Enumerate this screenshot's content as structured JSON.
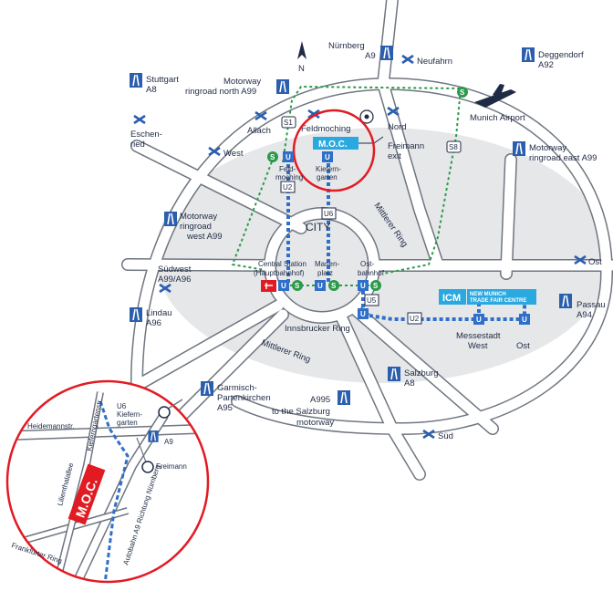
{
  "compass": {
    "north": "N"
  },
  "city": "CITY",
  "rings": {
    "mittlerer_ne": "Mittlerer Ring",
    "mittlerer_sw": "Mittlerer Ring",
    "innsbrucker": "Innsbrucker Ring"
  },
  "motorways": {
    "stuttgart": [
      "Stuttgart",
      "A8"
    ],
    "north": [
      "Motorway",
      "ringroad north A99"
    ],
    "nurnberg": [
      "Nürnberg",
      "A9"
    ],
    "deggendorf": [
      "Deggendorf",
      "A92"
    ],
    "east": [
      "Motorway",
      "ringroad east A99"
    ],
    "west": [
      "Motorway",
      "ringroad",
      "west A99"
    ],
    "sudwest": [
      "Südwest",
      "A99/A96"
    ],
    "lindau": [
      "Lindau",
      "A96"
    ],
    "passau": [
      "Passau",
      "A94"
    ],
    "garmisch": [
      "Garmisch-",
      "Partenkirchen",
      "A95"
    ],
    "a995": [
      "A995",
      "to the Salzburg",
      "motorway"
    ],
    "salzburg": [
      "Salzburg",
      "A8"
    ]
  },
  "junctions": {
    "neufahrn": "Neufahrn",
    "eschenried": [
      "Eschen-",
      "ried"
    ],
    "allach": "Allach",
    "feldmoching": "Feldmoching",
    "nord": "Nord",
    "west": "West",
    "ost": "Ost",
    "sud": "Süd"
  },
  "places": {
    "airport": "Munich Airport",
    "moc": "M.O.C.",
    "freimann_exit": [
      "Freimann",
      "exit"
    ],
    "feldmoching_st": [
      "Feld-",
      "moching"
    ],
    "kieferngarten": [
      "Kiefern-",
      "garten"
    ],
    "central": [
      "Central Station",
      "(Hauptbahnhof)"
    ],
    "marienplatz": [
      "Marien-",
      "platz"
    ],
    "ostbahnhof": [
      "Ost-",
      "bahnhof"
    ],
    "messestadt_west": [
      "Messestadt",
      "West"
    ],
    "messestadt_ost": "Ost",
    "icm": "ICM",
    "trade_fair": [
      "NEW MUNICH",
      "TRADE FAIR CENTRE"
    ]
  },
  "lines": {
    "s1": "S1",
    "s8": "S8",
    "u2": "U2",
    "u6": "U6",
    "u5": "U5",
    "u2e": "U2",
    "u": "U",
    "s": "S"
  },
  "inset": {
    "moc": "M.O.C.",
    "freimann": "Freimann",
    "a9": "A9",
    "u6": [
      "U6",
      "Kiefern-",
      "garten"
    ],
    "heidemannstr": "Heidemannstr.",
    "kieferngartenstr": "Kieferngartenstr.",
    "lilienthalallee": "Lilienthalallee",
    "autobahn": "Autobahn A9 Richtung Nürnberg",
    "frankfurter": "Frankfurter Ring"
  },
  "colors": {
    "highlight": "#e21b23",
    "subway": "#2e6fc9",
    "sbahn": "#2c9a4b",
    "motorway_sign": "#2b5fae",
    "icm_box": "#2aa8e0",
    "city_area": "#e6e7e9"
  }
}
